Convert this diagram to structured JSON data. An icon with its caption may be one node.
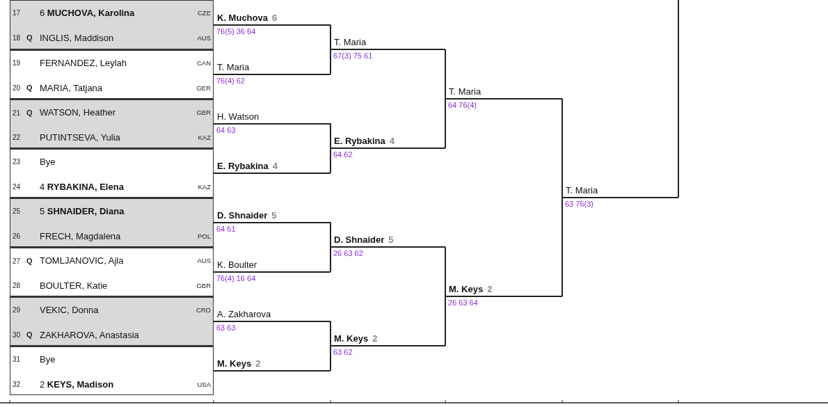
{
  "diagram": {
    "nodes": [
      {
        "text": [],
        "shape": "box"
      },
      {
        "text": [
          "17",
          "6 **MUCHOVA, Karolina**",
          "CZE"
        ],
        "in": 0
      },
      {
        "text": [
          "18 **Q**",
          "INGLIS, Maddison",
          "AUS"
        ],
        "in": 0
      },
      {
        "text": [],
        "shape": "box"
      },
      {
        "text": [
          "19",
          "FERNANDEZ, Leylah",
          "CAN"
        ],
        "in": 3
      },
      {
        "text": [
          "20 **Q**",
          "MARIA, Tatjana",
          "GER"
        ],
        "in": 3
      },
      {
        "text": [],
        "shape": "box"
      },
      {
        "text": [
          "21 **Q**",
          "WATSON, Heather",
          "GBR"
        ],
        "in": 6
      },
      {
        "text": [
          "22",
          "PUTINTSEVA, Yulia",
          "KAZ"
        ],
        "in": 6
      },
      {
        "text": [],
        "shape": "box"
      },
      {
        "text": [
          "23",
          "Bye"
        ],
        "in": 9
      },
      {
        "text": [
          "24",
          "4 **RYBAKINA, Elena**",
          "KAZ"
        ],
        "in": 9
      },
      {
        "text": [],
        "shape": "box"
      },
      {
        "text": [
          "25",
          "5 **SHNAIDER, Diana**"
        ],
        "in": 12
      },
      {
        "text": [
          "26",
          "FRECH, Magdalena",
          "POL"
        ],
        "in": 12
      },
      {
        "text": [],
        "shape": "box"
      },
      {
        "text": [
          "27 **Q**",
          "TOMLJANOVIC, Ajla",
          "AUS"
        ],
        "in": 15
      },
      {
        "text": [
          "28",
          "BOULTER, Katie",
          "GBR"
        ],
        "in": 15
      },
      {
        "text": [],
        "shape": "box"
      },
      {
        "text": [
          "29",
          "VEKIC, Donna",
          "CRO"
        ],
        "in": 18
      },
      {
        "text": [
          "30 **Q**",
          "ZAKHAROVA, Anastasia"
        ],
        "in": 18
      },
      {
        "text": [],
        "shape": "box"
      },
      {
        "text": [
          "31",
          "Bye"
        ],
        "in": 21
      },
      {
        "text": [
          "32",
          "2 **KEYS, Madison**",
          "USA"
        ],
        "in": 21
      },
      {
        "text": [
          "K. Muchova",
          "6"
        ],
        "beside": [
          "76(5) 36 64"
        ]
      },
      {
        "text": [
          "T. Maria"
        ],
        "beside": [
          "76(4) 62"
        ]
      },
      {
        "text": [
          "H. Watson"
        ],
        "beside": [
          "64 63"
        ]
      },
      {
        "text": [
          "E. Rybakina",
          "4"
        ]
      },
      {
        "text": [
          "D. Shnaider",
          "5"
        ],
        "beside": [
          "64 61"
        ]
      },
      {
        "text": [
          "K. Boulter"
        ],
        "beside": [
          "76(4) 16 64"
        ]
      },
      {
        "text": [
          "A. Zakharova"
        ],
        "beside": [
          "63 63"
        ]
      },
      {
        "text": [
          "M. Keys",
          "2"
        ]
      },
      {
        "text": [
          "T. Maria"
        ],
        "beside": [
          "67(3) 75 61"
        ]
      },
      {
        "text": [
          "E. Rybakina",
          "4"
        ],
        "beside": [
          "64 62"
        ]
      },
      {
        "text": [
          "D. Shnaider",
          "5"
        ],
        "beside": [
          "26 63 62"
        ]
      },
      {
        "text": [
          "M. Keys",
          "2"
        ],
        "beside": [
          "63 62"
        ]
      },
      {
        "text": [
          "T. Maria"
        ],
        "beside": [
          "64 76(4)"
        ]
      },
      {
        "text": [
          "M. Keys",
          "2"
        ],
        "beside": [
          "26 63 64"
        ]
      },
      {
        "text": [
          "T. Maria"
        ],
        "beside": [
          "63 76(3)"
        ]
      }
    ],
    "edges": [
      {
        "from": 24,
        "to": 32,
        "arrow": "none"
      },
      {
        "from": 25,
        "to": 32,
        "arrow": "none"
      },
      {
        "from": 26,
        "to": 33,
        "arrow": "none"
      },
      {
        "from": 27,
        "to": 33,
        "arrow": "none"
      },
      {
        "from": 28,
        "to": 34,
        "arrow": "none"
      },
      {
        "from": 29,
        "to": 34,
        "arrow": "none"
      },
      {
        "from": 30,
        "to": 35,
        "arrow": "none"
      },
      {
        "from": 31,
        "to": 35,
        "arrow": "none"
      },
      {
        "from": 32,
        "to": 36,
        "arrow": "none"
      },
      {
        "from": 33,
        "to": 36,
        "arrow": "none"
      },
      {
        "from": 34,
        "to": 37,
        "arrow": "none"
      },
      {
        "from": 35,
        "to": 37,
        "arrow": "none"
      },
      {
        "from": 36,
        "to": 38,
        "arrow": "none"
      },
      {
        "from": 37,
        "to": 38,
        "arrow": "none"
      },
      {
        "from": 38,
        "to": null,
        "arrow": "none"
      }
    ]
  }
}
